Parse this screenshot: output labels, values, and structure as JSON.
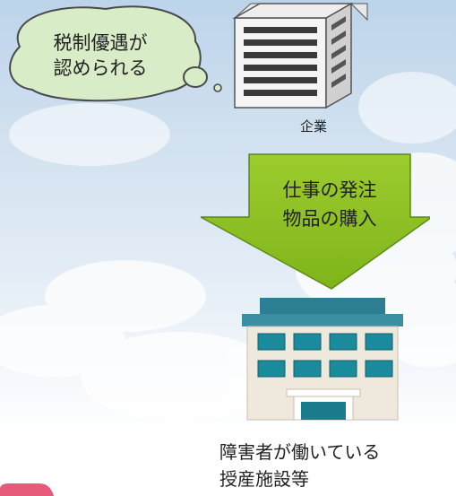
{
  "bubble": {
    "lines": [
      "税制優遇が",
      "認められる"
    ]
  },
  "company": {
    "label": "企業"
  },
  "arrow": {
    "lines": [
      "仕事の発注",
      "物品の購入"
    ],
    "color": "#8dc21f"
  },
  "facility": {
    "lines": [
      "障害者が働いている",
      "授産施設等"
    ],
    "window_color": "#1a8a9c"
  },
  "colors": {
    "sky_top": "#bcd4ea",
    "bubble_fill": "#d8ecc8",
    "bubble_stroke": "#4a4a4a",
    "building_stripe": "#3a3a3a",
    "corner_accent": "#e85a7a"
  }
}
